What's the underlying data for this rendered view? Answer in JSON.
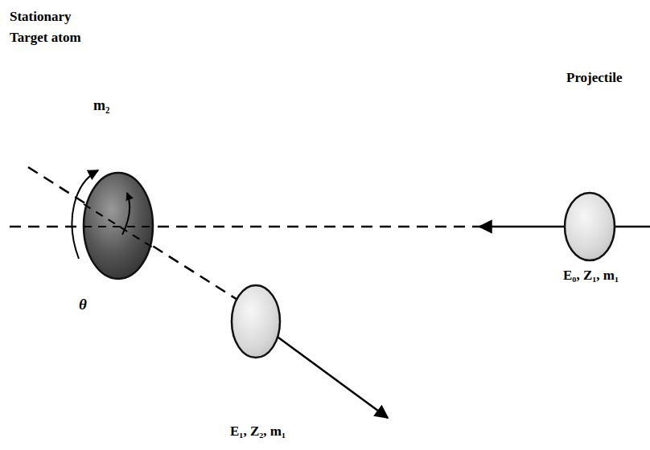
{
  "diagram": {
    "labels": [
      "Stationary Target atom",
      "m₂",
      "Projectile",
      "E₀, Z₁, m₁",
      "θ",
      "E₁, Z₂, m₁"
    ]
  }
}
